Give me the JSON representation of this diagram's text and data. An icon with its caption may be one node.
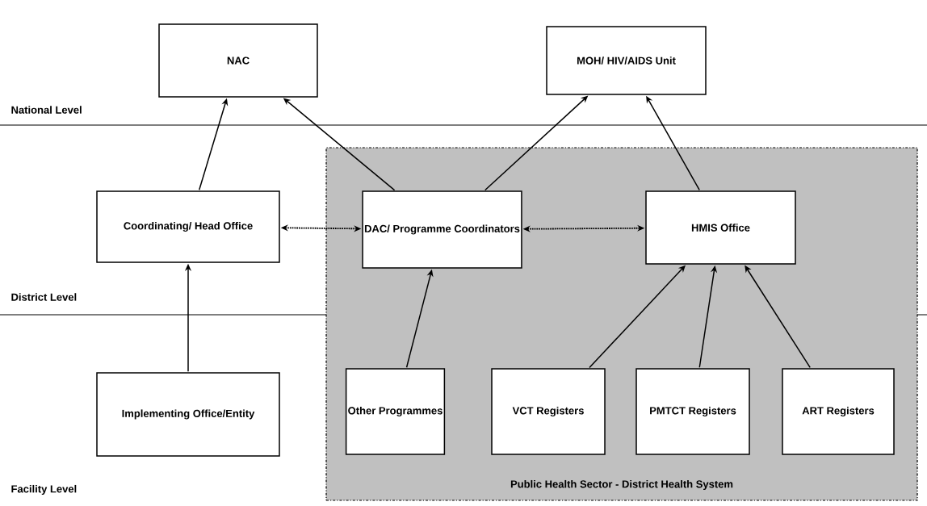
{
  "diagram": {
    "nodes": [
      {
        "text": [
          "NAC"
        ]
      },
      {
        "text": [
          "MOH/ HIV/AIDS Unit"
        ]
      },
      {
        "text": [
          "Coordinating/ Head Office"
        ]
      },
      {
        "text": [
          "Public Health Sector - District Health System"
        ]
      },
      {
        "text": [
          "DAC/ Programme Coordinators"
        ],
        "in": 3
      },
      {
        "text": [
          "HMIS Office"
        ],
        "in": 3
      },
      {
        "text": [
          "Implementing Office/Entity"
        ]
      },
      {
        "text": [
          "Other Programmes"
        ],
        "in": 3
      },
      {
        "text": [
          "VCT Registers"
        ],
        "in": 3
      },
      {
        "text": [
          "PMTCT Registers"
        ],
        "in": 3
      },
      {
        "text": [
          "ART Registers"
        ],
        "in": 3
      }
    ],
    "edges": [
      {
        "from": 2,
        "to": 0,
        "arrow": "to"
      },
      {
        "from": 4,
        "to": 0,
        "arrow": "to"
      },
      {
        "from": 4,
        "to": 1,
        "arrow": "to"
      },
      {
        "from": 5,
        "to": 1,
        "arrow": "to"
      },
      {
        "from": 2,
        "to": 4,
        "arrow": "both",
        "style": "dashed"
      },
      {
        "from": 4,
        "to": 5,
        "arrow": "both",
        "style": "dashed"
      },
      {
        "from": 6,
        "to": 2,
        "arrow": "to"
      },
      {
        "from": 7,
        "to": 4,
        "arrow": "to"
      },
      {
        "from": 8,
        "to": 5,
        "arrow": "to"
      },
      {
        "from": 9,
        "to": 5,
        "arrow": "to"
      },
      {
        "from": 10,
        "to": 5,
        "arrow": "to"
      }
    ],
    "labels": [
      "National Level",
      "District Level",
      "Facility Level"
    ]
  }
}
